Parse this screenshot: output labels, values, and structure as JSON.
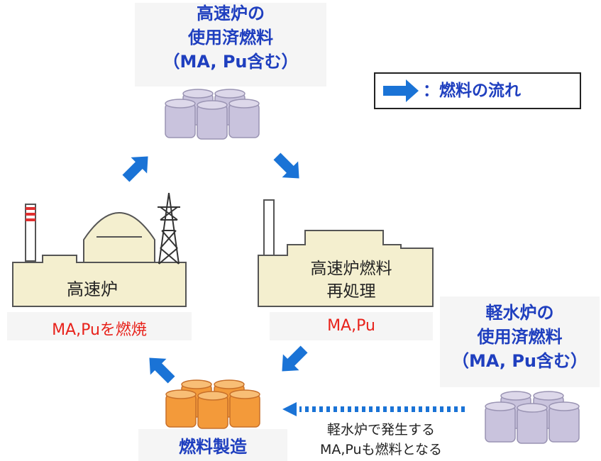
{
  "top_fuel": {
    "line1": "高速炉の",
    "line2": "使用済燃料",
    "line3": "（MA, Pu含む）"
  },
  "legend": {
    "text": "：燃料の流れ",
    "arrow_color": "#1a73d6"
  },
  "reactor": {
    "label": "高速炉",
    "caption": "MA,Puを燃焼"
  },
  "reprocessing": {
    "line1": "高速炉燃料",
    "line2": "再処理",
    "caption": "MA,Pu"
  },
  "lwr_fuel": {
    "line1": "軽水炉の",
    "line2": "使用済燃料",
    "line3": "（MA, Pu含む）"
  },
  "fabrication": {
    "label": "燃料製造"
  },
  "note": {
    "line1": "軽水炉で発生する",
    "line2": "MA,Puも燃料となる"
  },
  "colors": {
    "title_blue": "#1f3fbf",
    "red": "#e8221b",
    "building_fill": "#f4efcf",
    "canister_purple": "#c9c3dd",
    "canister_orange": "#f39a3a"
  }
}
